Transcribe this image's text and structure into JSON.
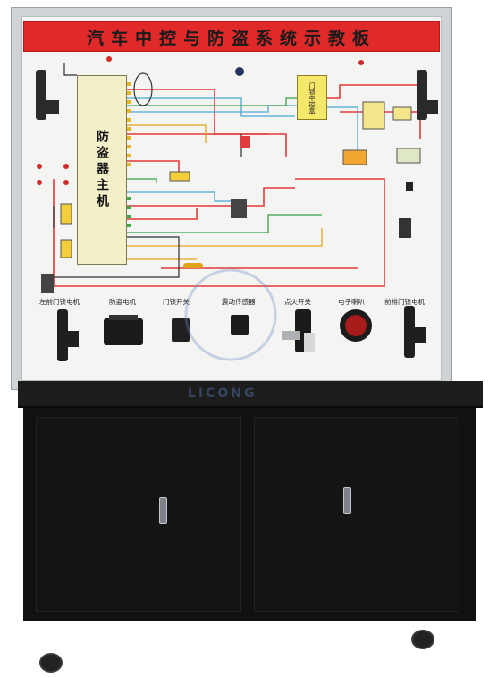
{
  "board": {
    "title": "汽车中控与防盗系统示教板",
    "ecu_label": "防盗器主机",
    "door_module_label": "门锁中控盒",
    "component_labels": [
      "左前门锁电机",
      "防盗电机",
      "门锁开关",
      "震动传感器",
      "点火开关",
      "电子喇叭",
      "前排门锁电机"
    ]
  },
  "watermark": "LICONG",
  "colors": {
    "banner": "#e02a2a",
    "board_face": "#f4f4f2",
    "cabinet": "#111111",
    "ecu_fill": "#f3f0c9",
    "door_module_fill": "#f4e76a"
  },
  "icons": [
    "door-lock-actuator-icon",
    "controller-icon",
    "switch-icon",
    "sensor-icon",
    "ignition-icon",
    "horn-icon",
    "cabinet-handle-icon"
  ]
}
